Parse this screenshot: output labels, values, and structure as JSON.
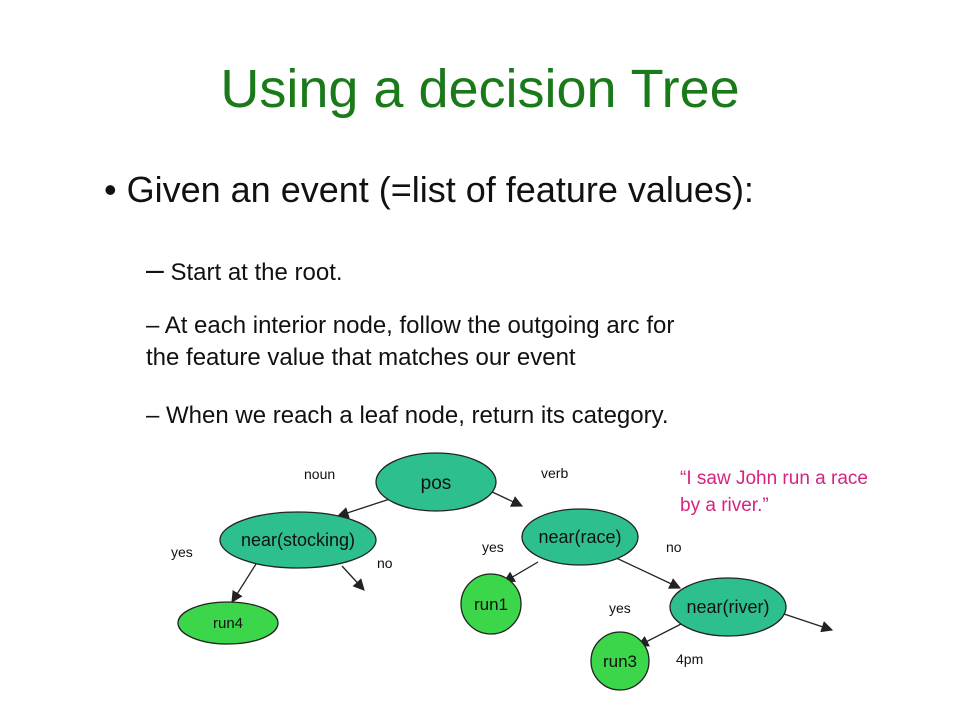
{
  "slide": {
    "title": "Using a decision Tree",
    "bullet": "Given an event (=list of feature values):",
    "subpoints": {
      "s1_dash": "–",
      "s1_text": " Start at the root.",
      "s2_line1": "– At each interior node, follow the outgoing arc for",
      "s2_line2": "the feature value that matches our event",
      "s3": "– When we reach a leaf node, return its category."
    },
    "quote": {
      "line1": "“I saw John run a race",
      "line2": "by a river.”"
    }
  },
  "tree": {
    "colors": {
      "interior": "#2dbf8e",
      "leaf": "#3cd64a",
      "stroke": "#222222",
      "quote": "#d6237f"
    },
    "nodes": {
      "pos": "pos",
      "near_stocking": "near(stocking)",
      "near_race": "near(race)",
      "near_river": "near(river)",
      "run4": "run4",
      "run1": "run1",
      "run3": "run3"
    },
    "edge_labels": {
      "noun": "noun",
      "verb": "verb",
      "stocking_yes": "yes",
      "stocking_no": "no",
      "race_yes": "yes",
      "race_no": "no",
      "river_yes": "yes",
      "river_4pm": "4pm"
    }
  }
}
